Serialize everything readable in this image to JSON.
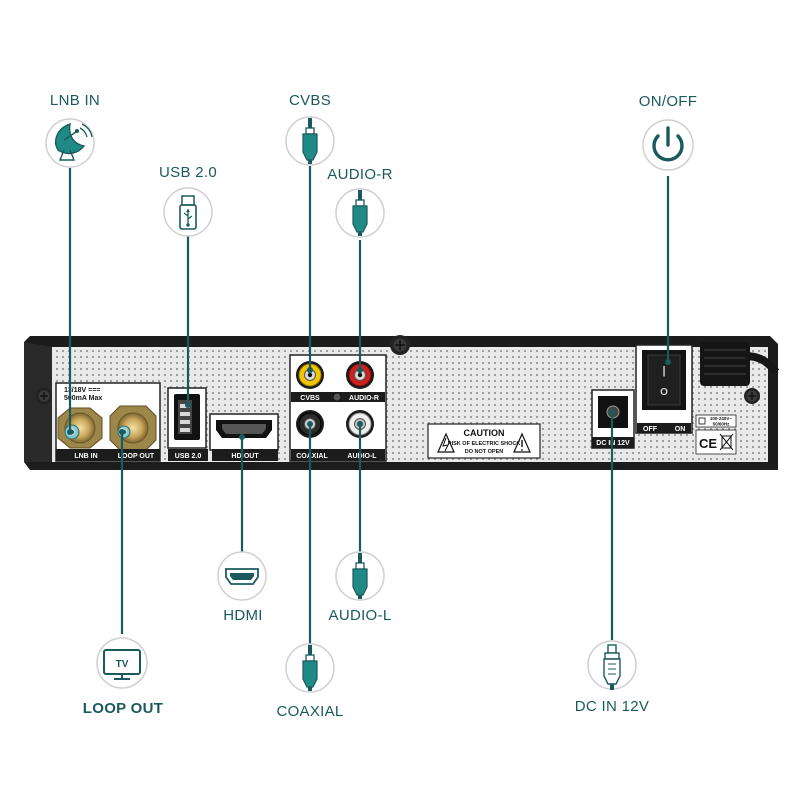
{
  "callouts": {
    "lnb_in": "LNB IN",
    "usb": "USB 2.0",
    "cvbs": "CVBS",
    "audio_r": "AUDIO-R",
    "on_off": "ON/OFF",
    "hdmi": "HDMI",
    "audio_l": "AUDIO-L",
    "loop_out": "LOOP OUT",
    "coaxial": "COAXIAL",
    "dc_in": "DC IN 12V"
  },
  "panel": {
    "lnb_in": "LNB IN",
    "lnb_spec_1": "13/18V ===",
    "lnb_spec_2": "500mA Max",
    "loop_out": "LOOP OUT",
    "usb": "USB 2.0",
    "hd_out": "HD-OUT",
    "cvbs": "CVBS",
    "audio_r": "AUDIO-R",
    "coaxial": "COAXIAL",
    "audio_l": "AUDIO-L",
    "caution_title": "CAUTION",
    "caution_line1": "RISK OF ELECTRIC SHOCK",
    "caution_line2": "DO NOT OPEN",
    "dc_in": "DC IN 12V",
    "off": "OFF",
    "on": "ON",
    "power_rating_1": "100-240V~",
    "power_rating_2": "50/60Hz",
    "ce_mark": "CE",
    "switch_on_symbol": "|",
    "switch_off_symbol": "O"
  },
  "icons": {
    "tv_text": "TV"
  },
  "colors": {
    "accent": "#1b5a5c",
    "icon_fill": "#1f8a86",
    "panel_face": "#e6e6e6",
    "chassis": "#1c1c1c"
  }
}
